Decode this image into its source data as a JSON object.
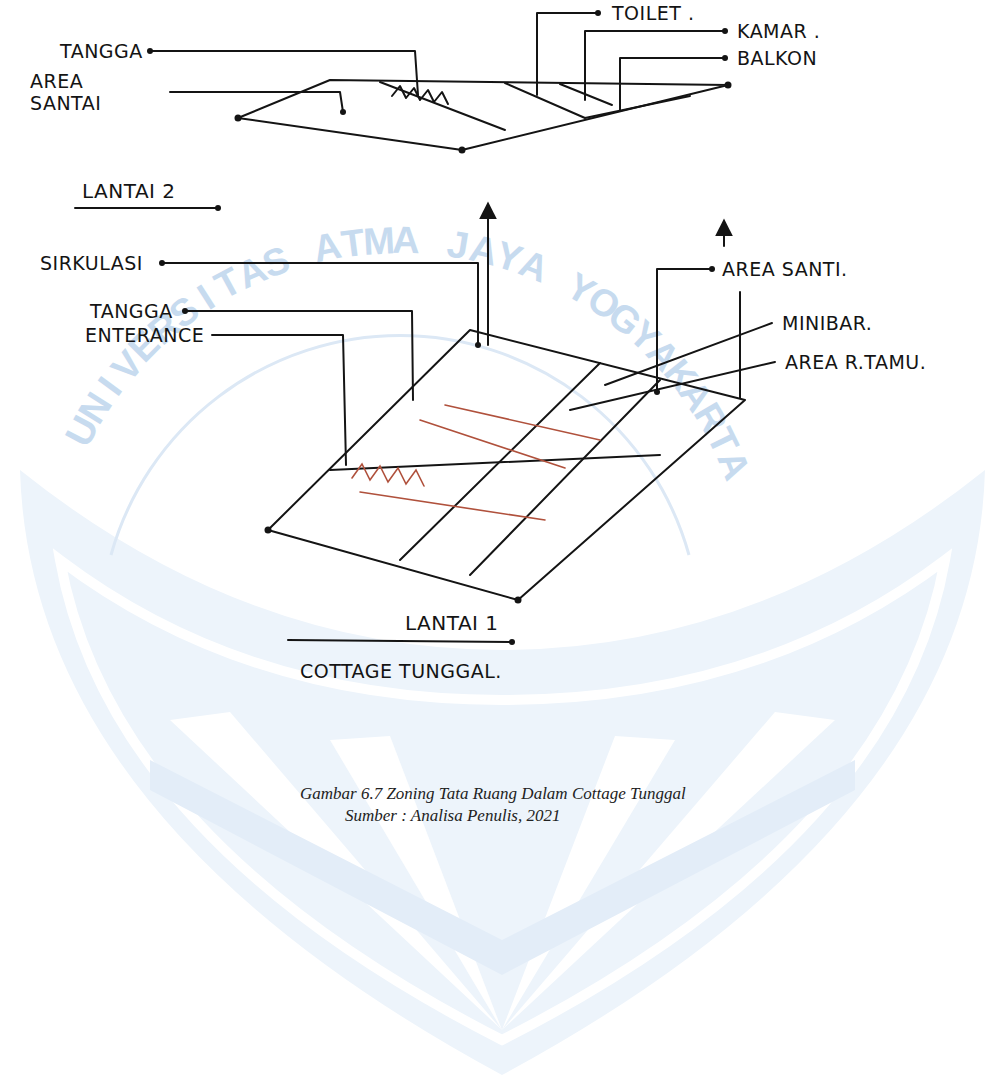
{
  "diagram": {
    "caption": "Gambar 6.7 Zoning Tata Ruang Dalam Cottage Tunggal",
    "labels": [
      "TOILET .",
      "KAMAR .",
      "TANGGA",
      "BALKON",
      "AREA SANTAI",
      "LANTAI 2",
      "SIRKULASI",
      "AREA SANTI.",
      "TANGGA",
      "ENTERANCE",
      "MINIBAR.",
      "AREA R.TAMU.",
      "LANTAI 1",
      "COTTAGE TUNGGAL.",
      "Sumber : Analisa Penulis, 2021",
      "UNIVERSITAS ATMA JAYA YOGYAKARTA"
    ]
  }
}
